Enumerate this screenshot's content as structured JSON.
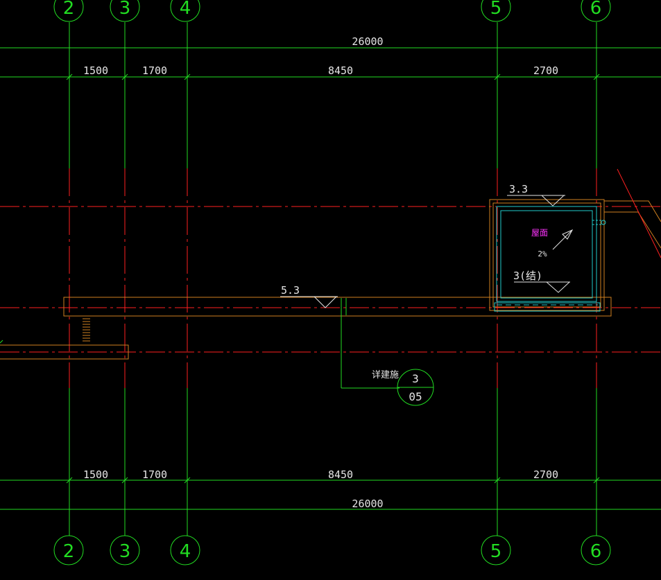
{
  "colors": {
    "background": "#000000",
    "grid": "#22dd22",
    "axis_red": "#ff2020",
    "wall": "#d08020",
    "cyan": "#22cccc",
    "text": "#e6e6e6",
    "magenta": "#ff33ff"
  },
  "axes": {
    "top": [
      "2",
      "3",
      "4",
      "5",
      "6"
    ],
    "bottom": [
      "2",
      "3",
      "4",
      "5",
      "6"
    ]
  },
  "dimensions": {
    "top_total": "26000",
    "top_segments": [
      "1500",
      "1700",
      "8450",
      "2700"
    ],
    "bottom_segments": [
      "1500",
      "1700",
      "8450",
      "2700"
    ],
    "bottom_total": "26000"
  },
  "elevations": {
    "roof_top": "3.3",
    "main": "5.3",
    "structural": "3(结)"
  },
  "roof": {
    "label": "屋面",
    "slope": "2%"
  },
  "detail_ref": {
    "note": "详建施",
    "number": "3",
    "sheet": "05"
  }
}
